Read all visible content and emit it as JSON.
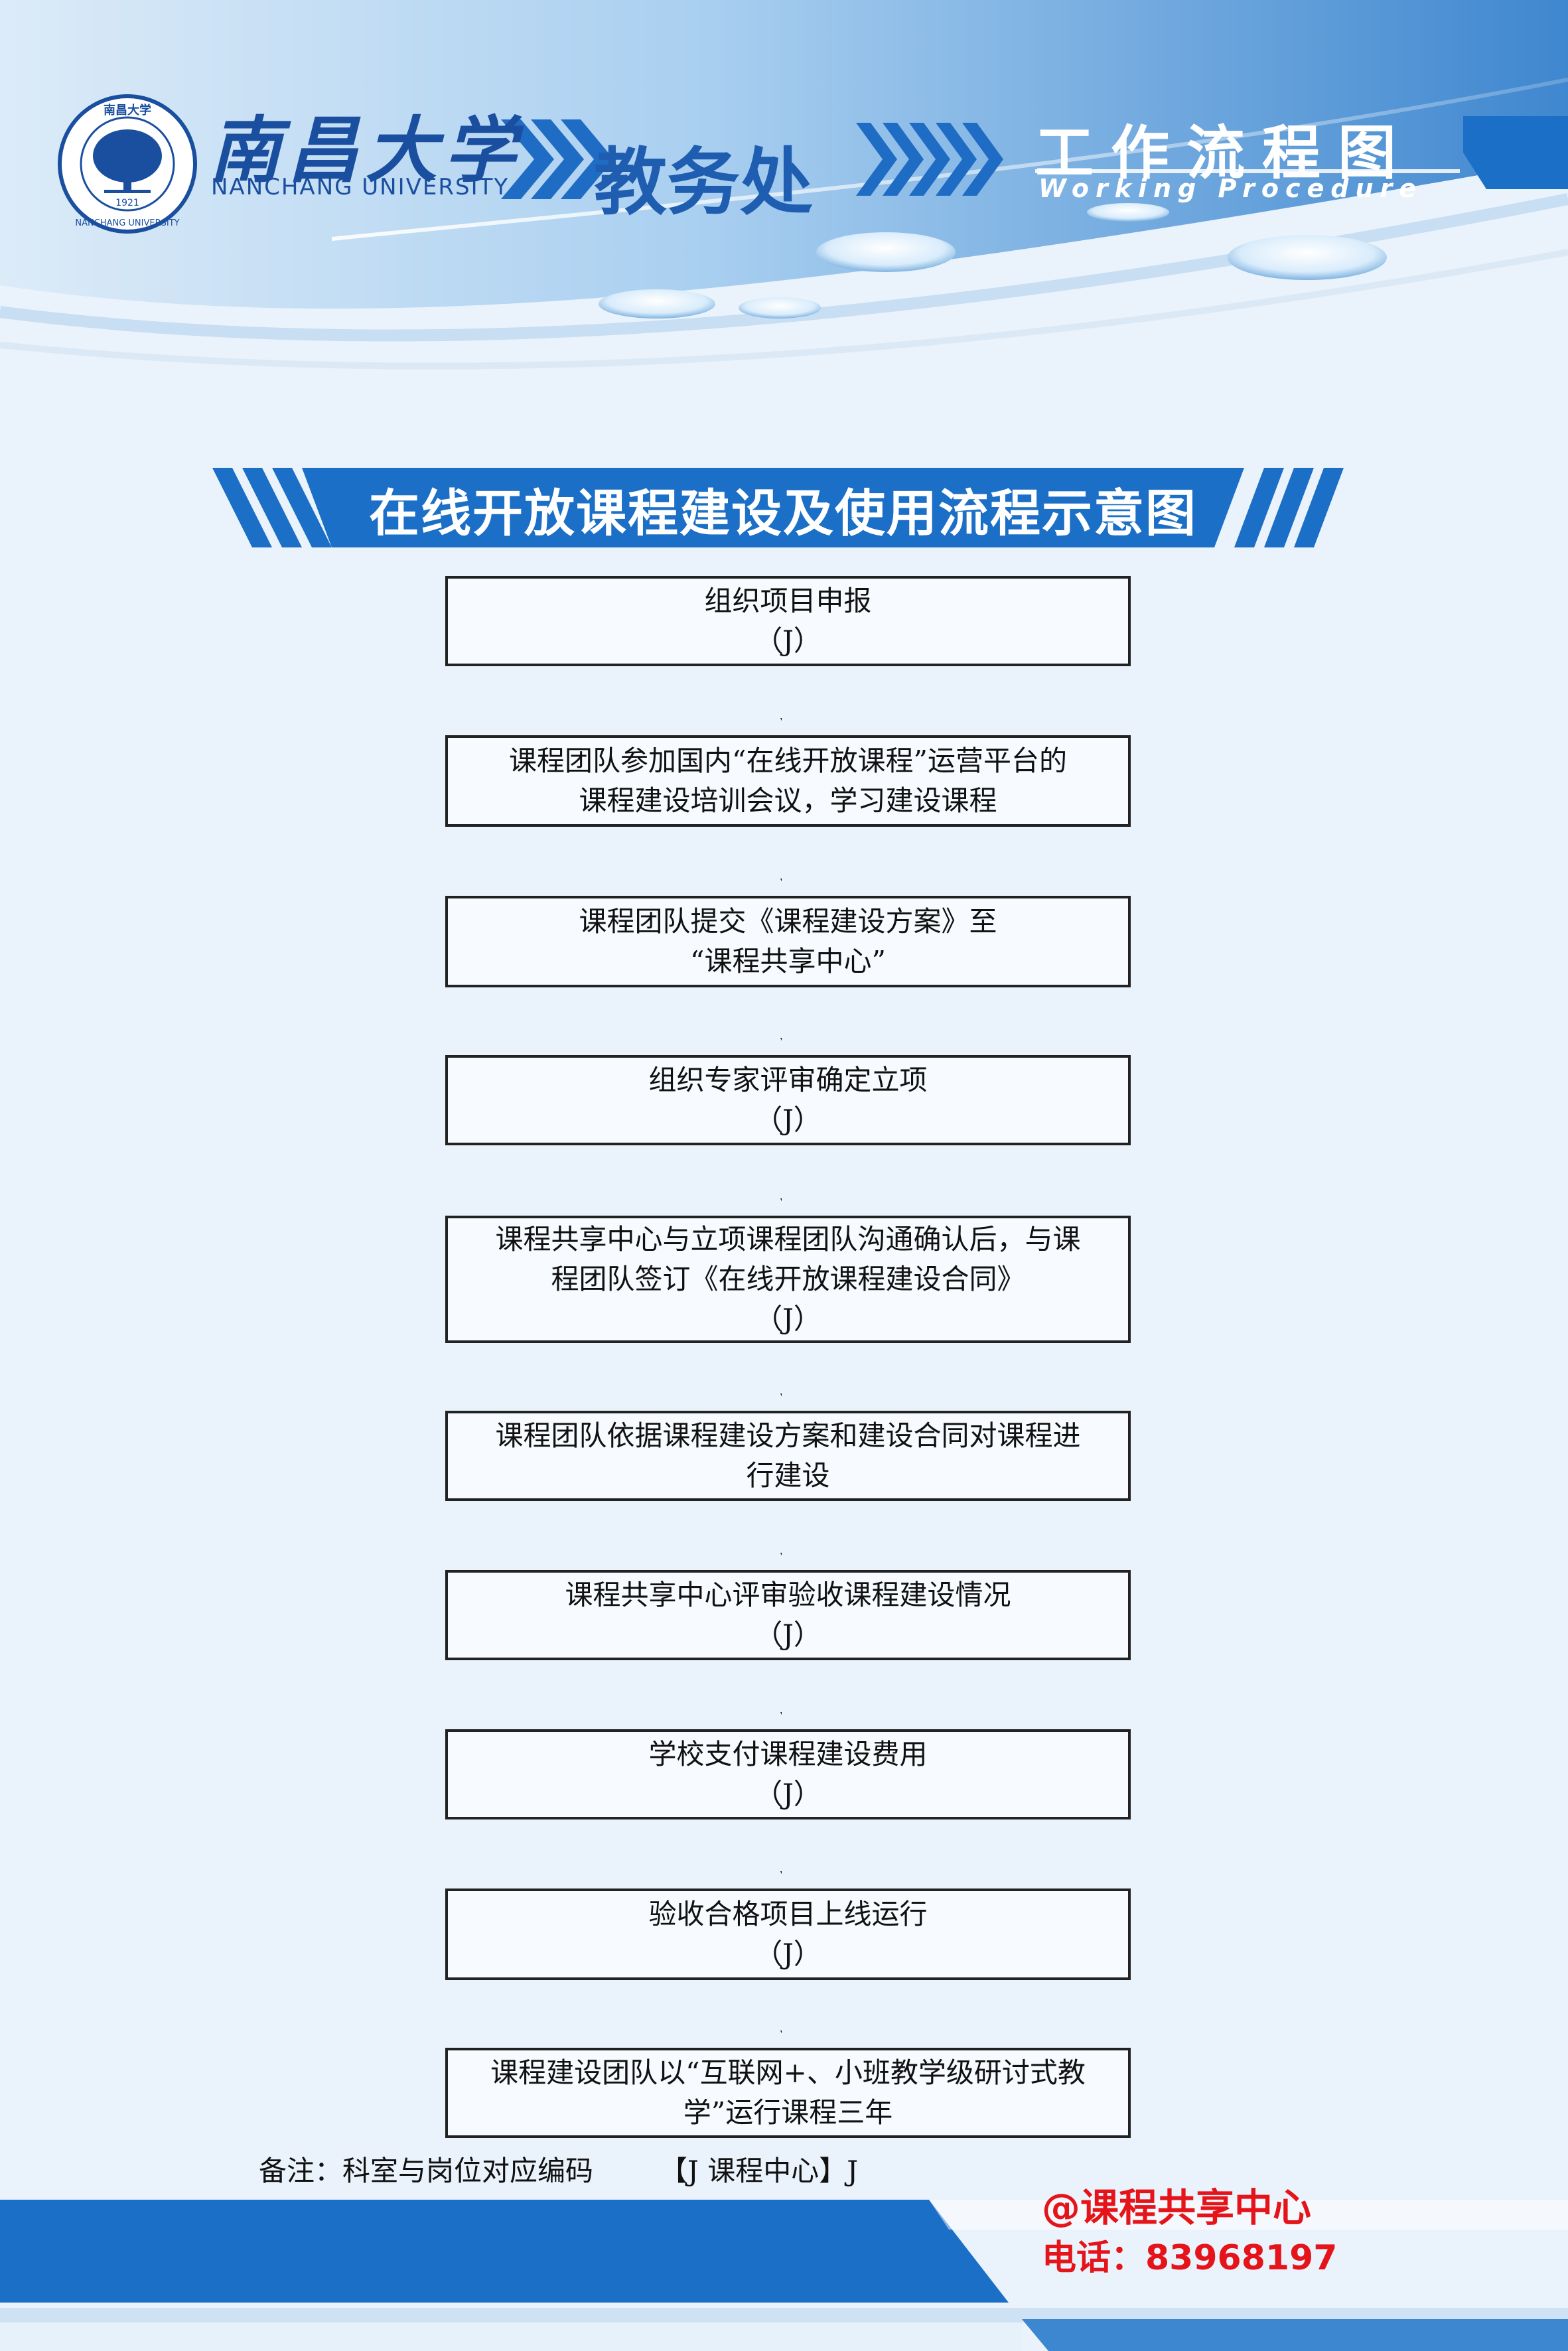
{
  "header": {
    "university_cn": "南昌大学",
    "university_en": "NANCHANG UNIVERSITY",
    "seal_year": "1921",
    "seal_text": "NANCHANG UNIVERSITY",
    "department": "教务处",
    "workflow_cn": "工作流程图",
    "workflow_en": "Working Procedure"
  },
  "title": "在线开放课程建设及使用流程示意图",
  "steps": [
    {
      "lines": [
        "组织项目申报",
        "（J）"
      ]
    },
    {
      "lines": [
        "课程团队参加国内“在线开放课程”运营平台的",
        "课程建设培训会议，学习建设课程"
      ]
    },
    {
      "lines": [
        "课程团队提交《课程建设方案》至",
        "“课程共享中心”"
      ]
    },
    {
      "lines": [
        "组织专家评审确定立项",
        "（J）"
      ]
    },
    {
      "lines": [
        "课程共享中心与立项课程团队沟通确认后，与课",
        "程团队签订《在线开放课程建设合同》",
        "（J）"
      ]
    },
    {
      "lines": [
        "课程团队依据课程建设方案和建设合同对课程进",
        "行建设"
      ]
    },
    {
      "lines": [
        "课程共享中心评审验收课程建设情况",
        "（J）"
      ]
    },
    {
      "lines": [
        "学校支付课程建设费用",
        "（J）"
      ]
    },
    {
      "lines": [
        "验收合格项目上线运行",
        "（J）"
      ]
    },
    {
      "lines": [
        "课程建设团队以“互联网+、小班教学级研讨式教",
        "学”运行课程三年"
      ]
    }
  ],
  "note": {
    "label": "备注：科室与岗位对应编码",
    "code": "【J 课程中心】J"
  },
  "contact": {
    "center": "@课程共享中心",
    "phone": "电话：83968197"
  },
  "colors": {
    "brand_blue": "#1a4fa0",
    "banner_blue": "#1b6fc6",
    "contact_red": "#e5141a"
  }
}
